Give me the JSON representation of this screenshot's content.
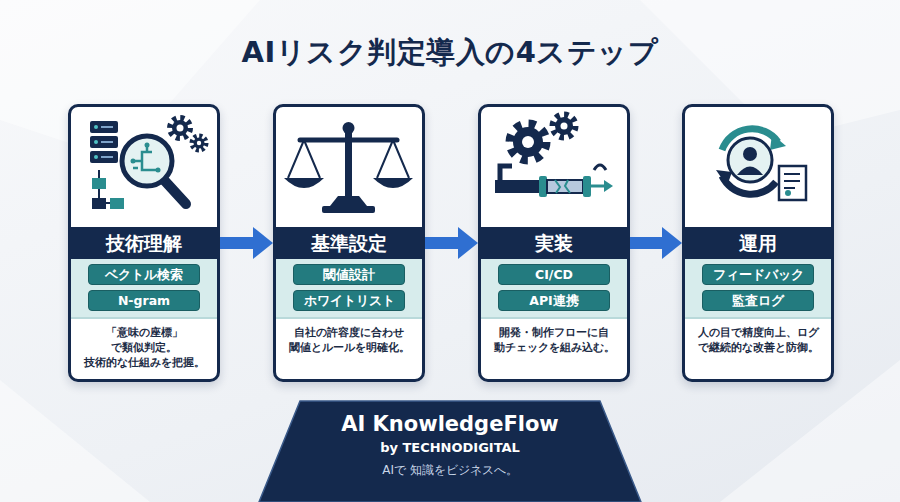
{
  "diagram": {
    "title": "AIリスク判定導入の4ステップ",
    "nodes": [
      {
        "text": [
          "技術理解",
          "「意味の座標」で類似判定。 技術的な仕組みを把握。"
        ]
      },
      {
        "text": [
          "ベクトル検索"
        ],
        "in": 0
      },
      {
        "text": [
          "N-gram"
        ],
        "in": 0
      },
      {
        "text": [
          "基準設定",
          "自社の許容度に合わせ 閾値とルールを明確化。"
        ]
      },
      {
        "text": [
          "閾値設計"
        ],
        "in": 3
      },
      {
        "text": [
          "ホワイトリスト"
        ],
        "in": 3
      },
      {
        "text": [
          "実装",
          "開発・制作フローに自 動チェックを組み込む。"
        ]
      },
      {
        "text": [
          "CI/CD"
        ],
        "in": 6
      },
      {
        "text": [
          "API連携"
        ],
        "in": 6
      },
      {
        "text": [
          "運用",
          "人の目で精度向上、ログ で継続的な改善と防御。"
        ]
      },
      {
        "text": [
          "フィードバック"
        ],
        "in": 9
      },
      {
        "text": [
          "監査ログ"
        ],
        "in": 9
      },
      {
        "text": [
          "AI KnowledgeFlow",
          "by TECHNODIGITAL",
          "AIで 知識をビジネスへ。"
        ]
      }
    ],
    "edges": [
      {
        "from": 0,
        "to": 3,
        "arrow": "to"
      },
      {
        "from": 3,
        "to": 6,
        "arrow": "to"
      },
      {
        "from": 6,
        "to": 9,
        "arrow": "to"
      }
    ]
  }
}
